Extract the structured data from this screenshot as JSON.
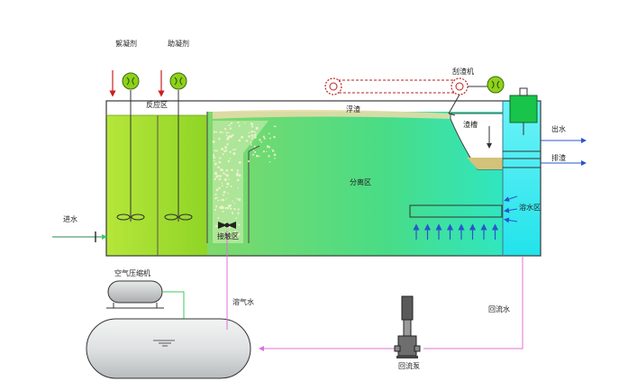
{
  "labels": {
    "coagulant": "絮凝剂",
    "flocculant_aid": "助凝剂",
    "reaction_zone": "反应区",
    "scum": "浮渣",
    "scraper": "刮渣机",
    "scum_trough": "渣槽",
    "outlet_water": "出水",
    "scum_discharge": "排渣",
    "separation_zone": "分离区",
    "dissolved_water_zone": "溶水区",
    "inlet_water": "进水",
    "contact_zone": "接触区",
    "air_compressor": "空气压缩机",
    "dissolved_air_water": "溶气水",
    "return_flow": "回流水",
    "reflux_pump": "回流泵"
  },
  "colors": {
    "reaction_green": "#9edc2a",
    "separation_green": "#52dd7e",
    "clear_water_cyan": "#33e8ee",
    "dissolved_air_pink": "#e070d8",
    "arrow_blue": "#2a55cc",
    "tank_grey": "#d8dcdc",
    "motor_green": "#8ed11a",
    "compressor_air_green": "#3ecb5a",
    "dose_arrow_red": "#cc1f1f"
  }
}
